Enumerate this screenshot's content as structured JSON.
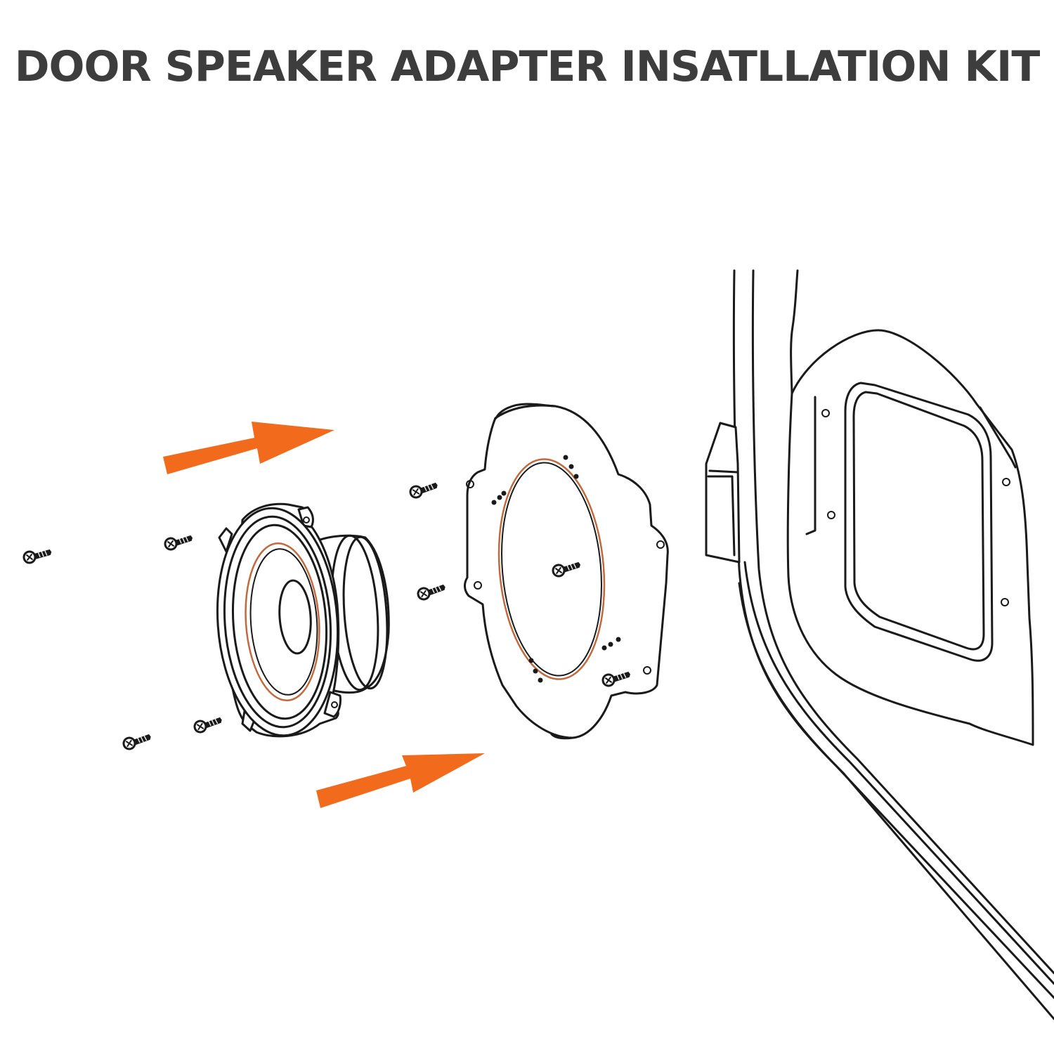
{
  "title": "DOOR SPEAKER ADAPTER INSATLLATION KIT",
  "colors": {
    "accent": "#f26a1b",
    "line": "#1a1a1a",
    "title": "#3d3d3d",
    "background": "#ffffff"
  },
  "parts": [
    "speaker",
    "adapter-plate",
    "door-panel",
    "screws",
    "direction-arrows"
  ]
}
